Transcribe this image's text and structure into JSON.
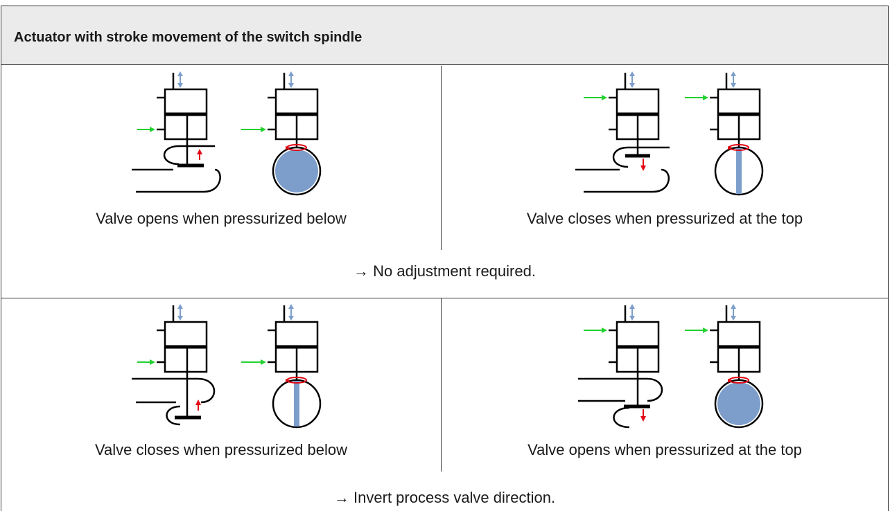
{
  "header": {
    "title": "Actuator with stroke movement of the switch spindle"
  },
  "rows": [
    {
      "left_caption": "Valve opens when pressurized below",
      "right_caption": "Valve closes when pressurized at the top",
      "conclusion": "→ No adjustment required."
    },
    {
      "left_caption": "Valve closes when pressurized below",
      "right_caption": "Valve opens when pressurized at the top",
      "conclusion": "→ Invert process valve direction."
    }
  ],
  "colors": {
    "pressure_arrow": "#22d12e",
    "stroke_arrow": "#7d9ecb",
    "valve_fill": "#7d9ecb",
    "movement_arrow": "#e30613",
    "header_bg": "#ebebeb"
  }
}
